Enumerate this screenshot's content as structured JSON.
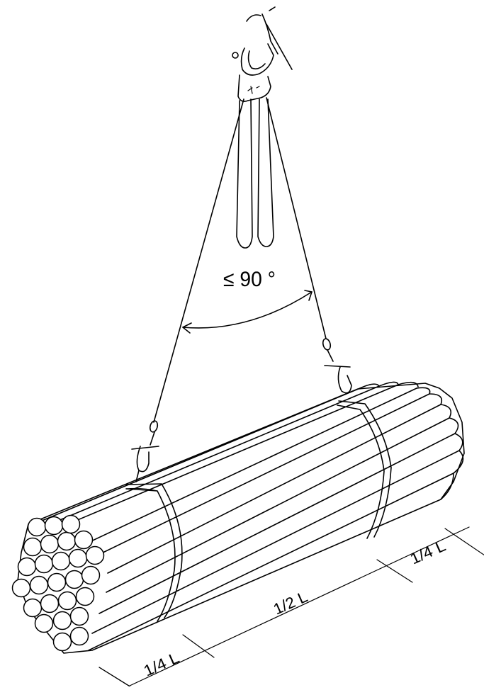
{
  "labels": {
    "angle": "≤ 90 °",
    "segment_left": "1/4 L",
    "segment_middle": "1/2 L",
    "segment_right": "1/4 L"
  }
}
